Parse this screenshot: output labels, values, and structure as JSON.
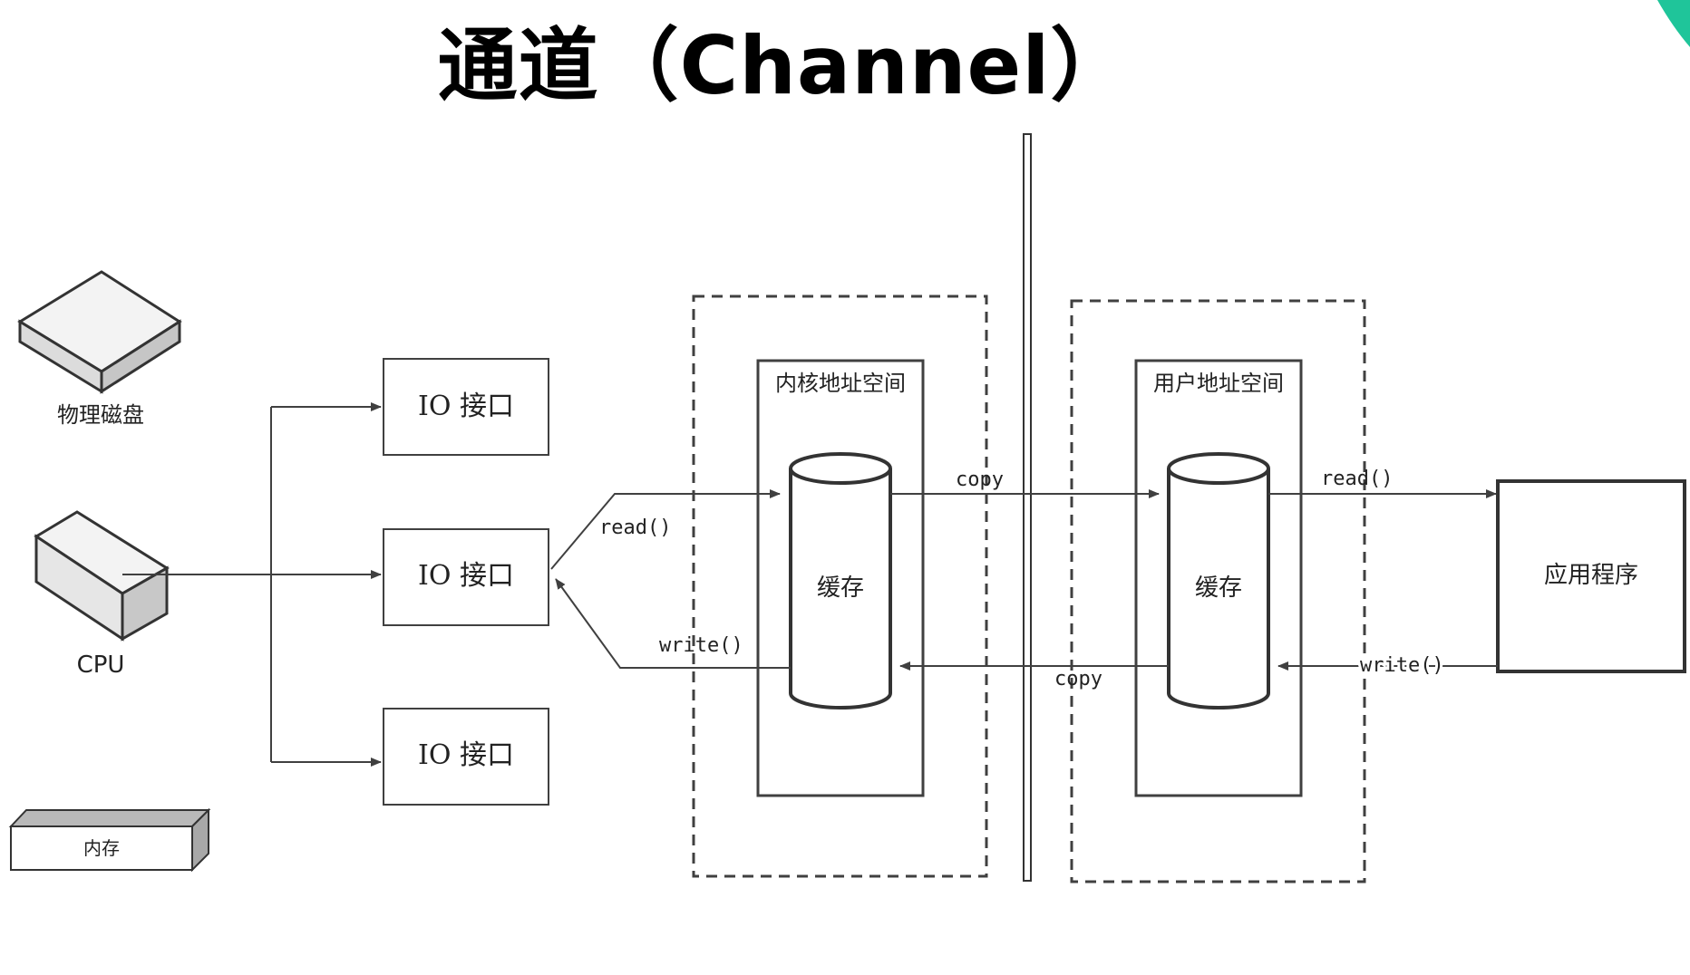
{
  "title": "通道（Channel）",
  "devices": {
    "disk_label": "物理磁盘",
    "cpu_label": "CPU",
    "memory_label": "内存"
  },
  "io_interfaces": [
    "IO 接口",
    "IO 接口",
    "IO 接口"
  ],
  "kernel_space": {
    "label": "内核地址空间",
    "cache_label": "缓存"
  },
  "user_space": {
    "label": "用户地址空间",
    "cache_label": "缓存"
  },
  "application_label": "应用程序",
  "arrows": {
    "io_read": "read()",
    "io_write": "write()",
    "copy_forward": "copy",
    "copy_back": "copy",
    "app_read": "read()",
    "app_write": "write()"
  },
  "colors": {
    "accent": "#1fc59a",
    "line": "#404040"
  }
}
